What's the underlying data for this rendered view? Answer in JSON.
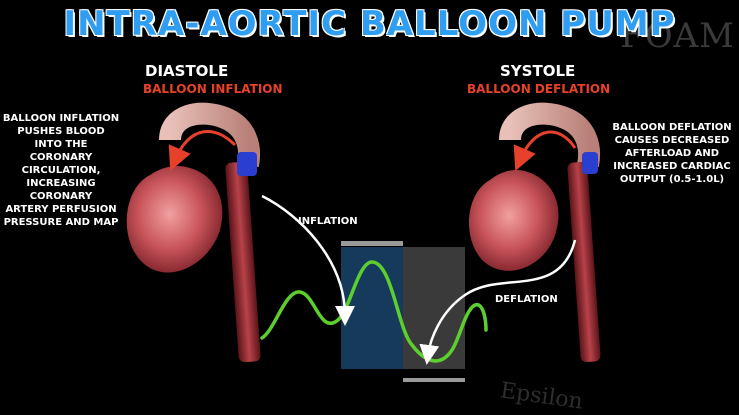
{
  "title": "INTRA-AORTIC BALLOON PUMP",
  "watermark": "FOAM",
  "watermark_bottom": "Epsilon",
  "diastole": {
    "label": "DIASTOLE",
    "sublabel": "BALLOON INFLATION",
    "description": [
      "BALLOON INFLATION",
      "PUSHES BLOOD INTO THE",
      "CORONARY CIRCULATION,",
      "INCREASING CORONARY",
      "ARTERY PERFUSION",
      "PRESSURE AND MAP"
    ]
  },
  "systole": {
    "label": "SYSTOLE",
    "sublabel": "BALLOON DEFLATION",
    "description": [
      "BALLOON DEFLATION",
      "CAUSES DECREASED",
      "AFTERLOAD AND",
      "INCREASED CARDIAC",
      "OUTPUT (0.5-1.0L)"
    ]
  },
  "arrows": {
    "inflation": "INFLATION",
    "deflation": "DEFLATION"
  },
  "colors": {
    "title": "#2f9df2",
    "sublabel": "#e8412b",
    "waveform": "#5ccf2e",
    "inflation_panel": "#163a5c",
    "deflation_panel": "#3a3a3a"
  }
}
